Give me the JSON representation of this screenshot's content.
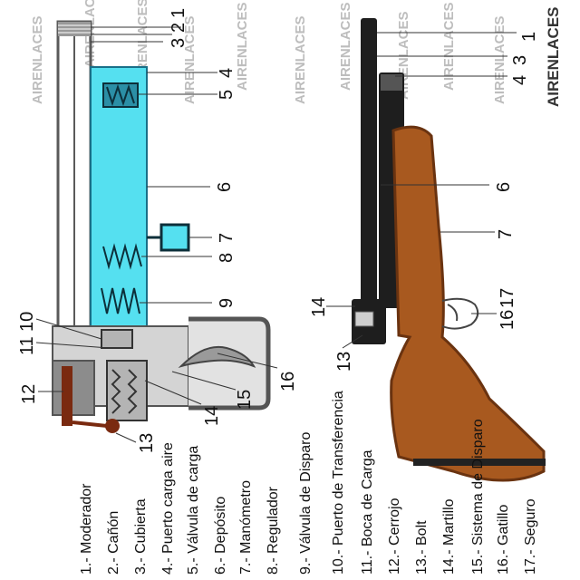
{
  "watermark": "AIRENLACES",
  "colors": {
    "tube": "#5a5a5a",
    "reservoir": "#55e0f0",
    "reservoir_edge": "#1a6f88",
    "spring": "#0c2f3a",
    "body_fill": "#d4d4d4",
    "action_fill": "#b4b4b4",
    "bolt": "#7a2a10",
    "barrel": "#1e1e1e",
    "wood": "#a8591f",
    "wood_dark": "#6a3310",
    "leader": "#333333",
    "watermark": "#bdbdbd"
  },
  "legend": [
    "1.- Moderador",
    "2.- Cañón",
    "3.- Cubierta",
    "4.- Puerto carga aire",
    "5.- Válvula de carga",
    "6.- Depósito",
    "7.- Manómetro",
    "8.- Regulador",
    "9.- Válvula de Disparo",
    "10.- Puerto de Transferencia",
    "11.- Boca de Carga",
    "12.- Cerrojo",
    "13.- Bolt",
    "14.- Martillo",
    "15.- Sistema de Disparo",
    "16.- Gatillo",
    "17.- Seguro"
  ],
  "callouts": {
    "n1": "1",
    "n2": "2",
    "n3": "3",
    "n4": "4",
    "n5": "5",
    "n6": "6",
    "n7": "7",
    "n8": "8",
    "n9": "9",
    "n10": "10",
    "n11": "11",
    "n12": "12",
    "n13": "13",
    "n14": "14",
    "n15": "15",
    "n16": "16",
    "n17": "17"
  }
}
